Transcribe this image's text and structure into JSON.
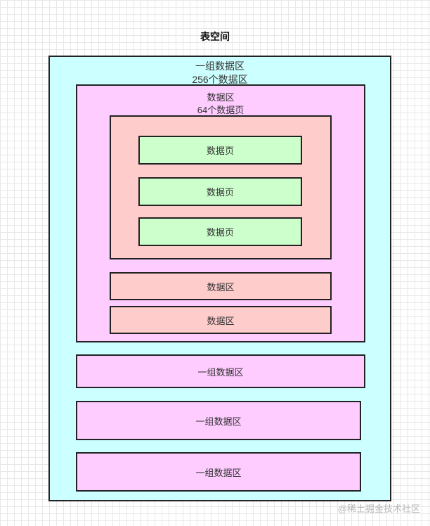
{
  "diagram": {
    "title": "表空间",
    "tablespace": {
      "group_label": "一组数据区",
      "group_sublabel": "256个数据区"
    },
    "extent_group": {
      "label": "数据区",
      "sublabel": "64个数据页"
    },
    "pages": [
      "数据页",
      "数据页",
      "数据页"
    ],
    "extents": [
      "数据区",
      "数据区"
    ],
    "groups": [
      "一组数据区",
      "一组数据区",
      "一组数据区"
    ]
  },
  "watermark": "@稀土掘金技术社区",
  "colors": {
    "tablespace_fill": "#ccffff",
    "group_fill": "#ffccff",
    "extent_fill": "#ffcccc",
    "page_fill": "#ccffcc",
    "border": "#222222"
  }
}
